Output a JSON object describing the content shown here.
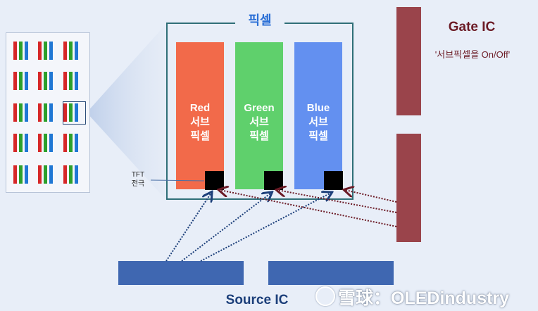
{
  "pixel_title": "픽셀",
  "subpixels": [
    {
      "label": "Red\n서브\n픽셀",
      "color": "#f26a4a"
    },
    {
      "label": "Green\n서브\n픽셀",
      "color": "#5fd06c"
    },
    {
      "label": "Blue\n서브\n픽셀",
      "color": "#6390f0"
    }
  ],
  "tft_label": "TFT\n전극",
  "gate_ic": {
    "title": "Gate IC",
    "description": "'서브픽셀을 On/Off'"
  },
  "source_ic": {
    "title": "Source IC"
  },
  "watermark": "雪球：OLEDindustry",
  "colors": {
    "red": "#d62728",
    "green": "#2ca02c",
    "blue": "#1f77d4",
    "gate": "#9a444b",
    "source": "#3f67b1",
    "frame": "#2f6f78"
  }
}
